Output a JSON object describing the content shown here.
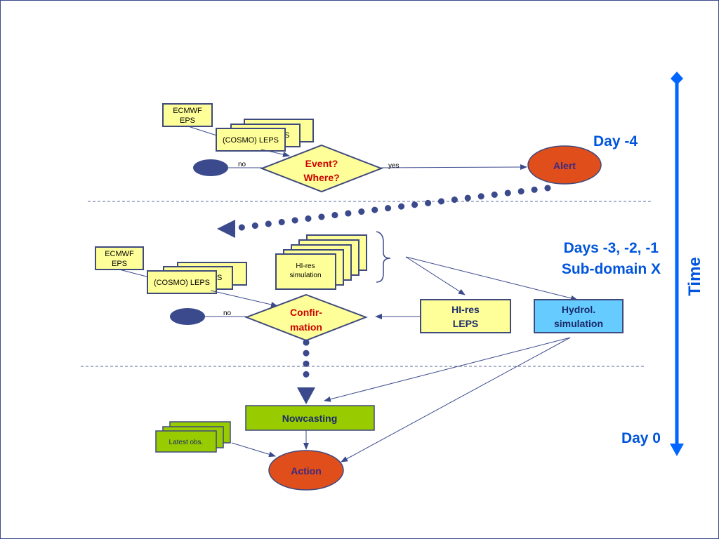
{
  "colors": {
    "box_fill": "#ffff99",
    "box_stroke": "#3f4a7c",
    "decision_text": "#cc0000",
    "oval_red": "#e04e1c",
    "oval_navy": "#3b4a8c",
    "green_box": "#99cc00",
    "hydrol_box": "#66ccff",
    "timeline": "#0066ff",
    "label_blue": "#0055dd",
    "dotted_arrow": "#3b4a8c",
    "separator": "#5b6a9c"
  },
  "timeline": {
    "label": "Time"
  },
  "stages": {
    "day4": "Day -4",
    "days321_line1": "Days -3, -2, -1",
    "days321_line2": "Sub-domain X",
    "day0": "Day 0"
  },
  "top": {
    "ecmwf_line1": "ECMWF",
    "ecmwf_line2": "EPS",
    "leps_back_partial": "S",
    "leps_front": "(COSMO) LEPS",
    "decision_line1": "Event?",
    "decision_line2": "Where?",
    "no_label": "no",
    "yes_label": "yes",
    "alert": "Alert"
  },
  "middle": {
    "ecmwf_line1": "ECMWF",
    "ecmwf_line2": "EPS",
    "leps_back_partial": "S",
    "leps_front": "(COSMO) LEPS",
    "hires_sim_line1": "HI-res",
    "hires_sim_line2": "simulation",
    "decision_line1": "Confir-",
    "decision_line2": "mation",
    "no_label": "no",
    "hires_leps_line1": "HI-res",
    "hires_leps_line2": "LEPS",
    "hydrol_line1": "Hydrol.",
    "hydrol_line2": "simulation"
  },
  "bottom": {
    "nowcasting": "Nowcasting",
    "latest_obs": "Latest obs.",
    "action": "Action"
  }
}
